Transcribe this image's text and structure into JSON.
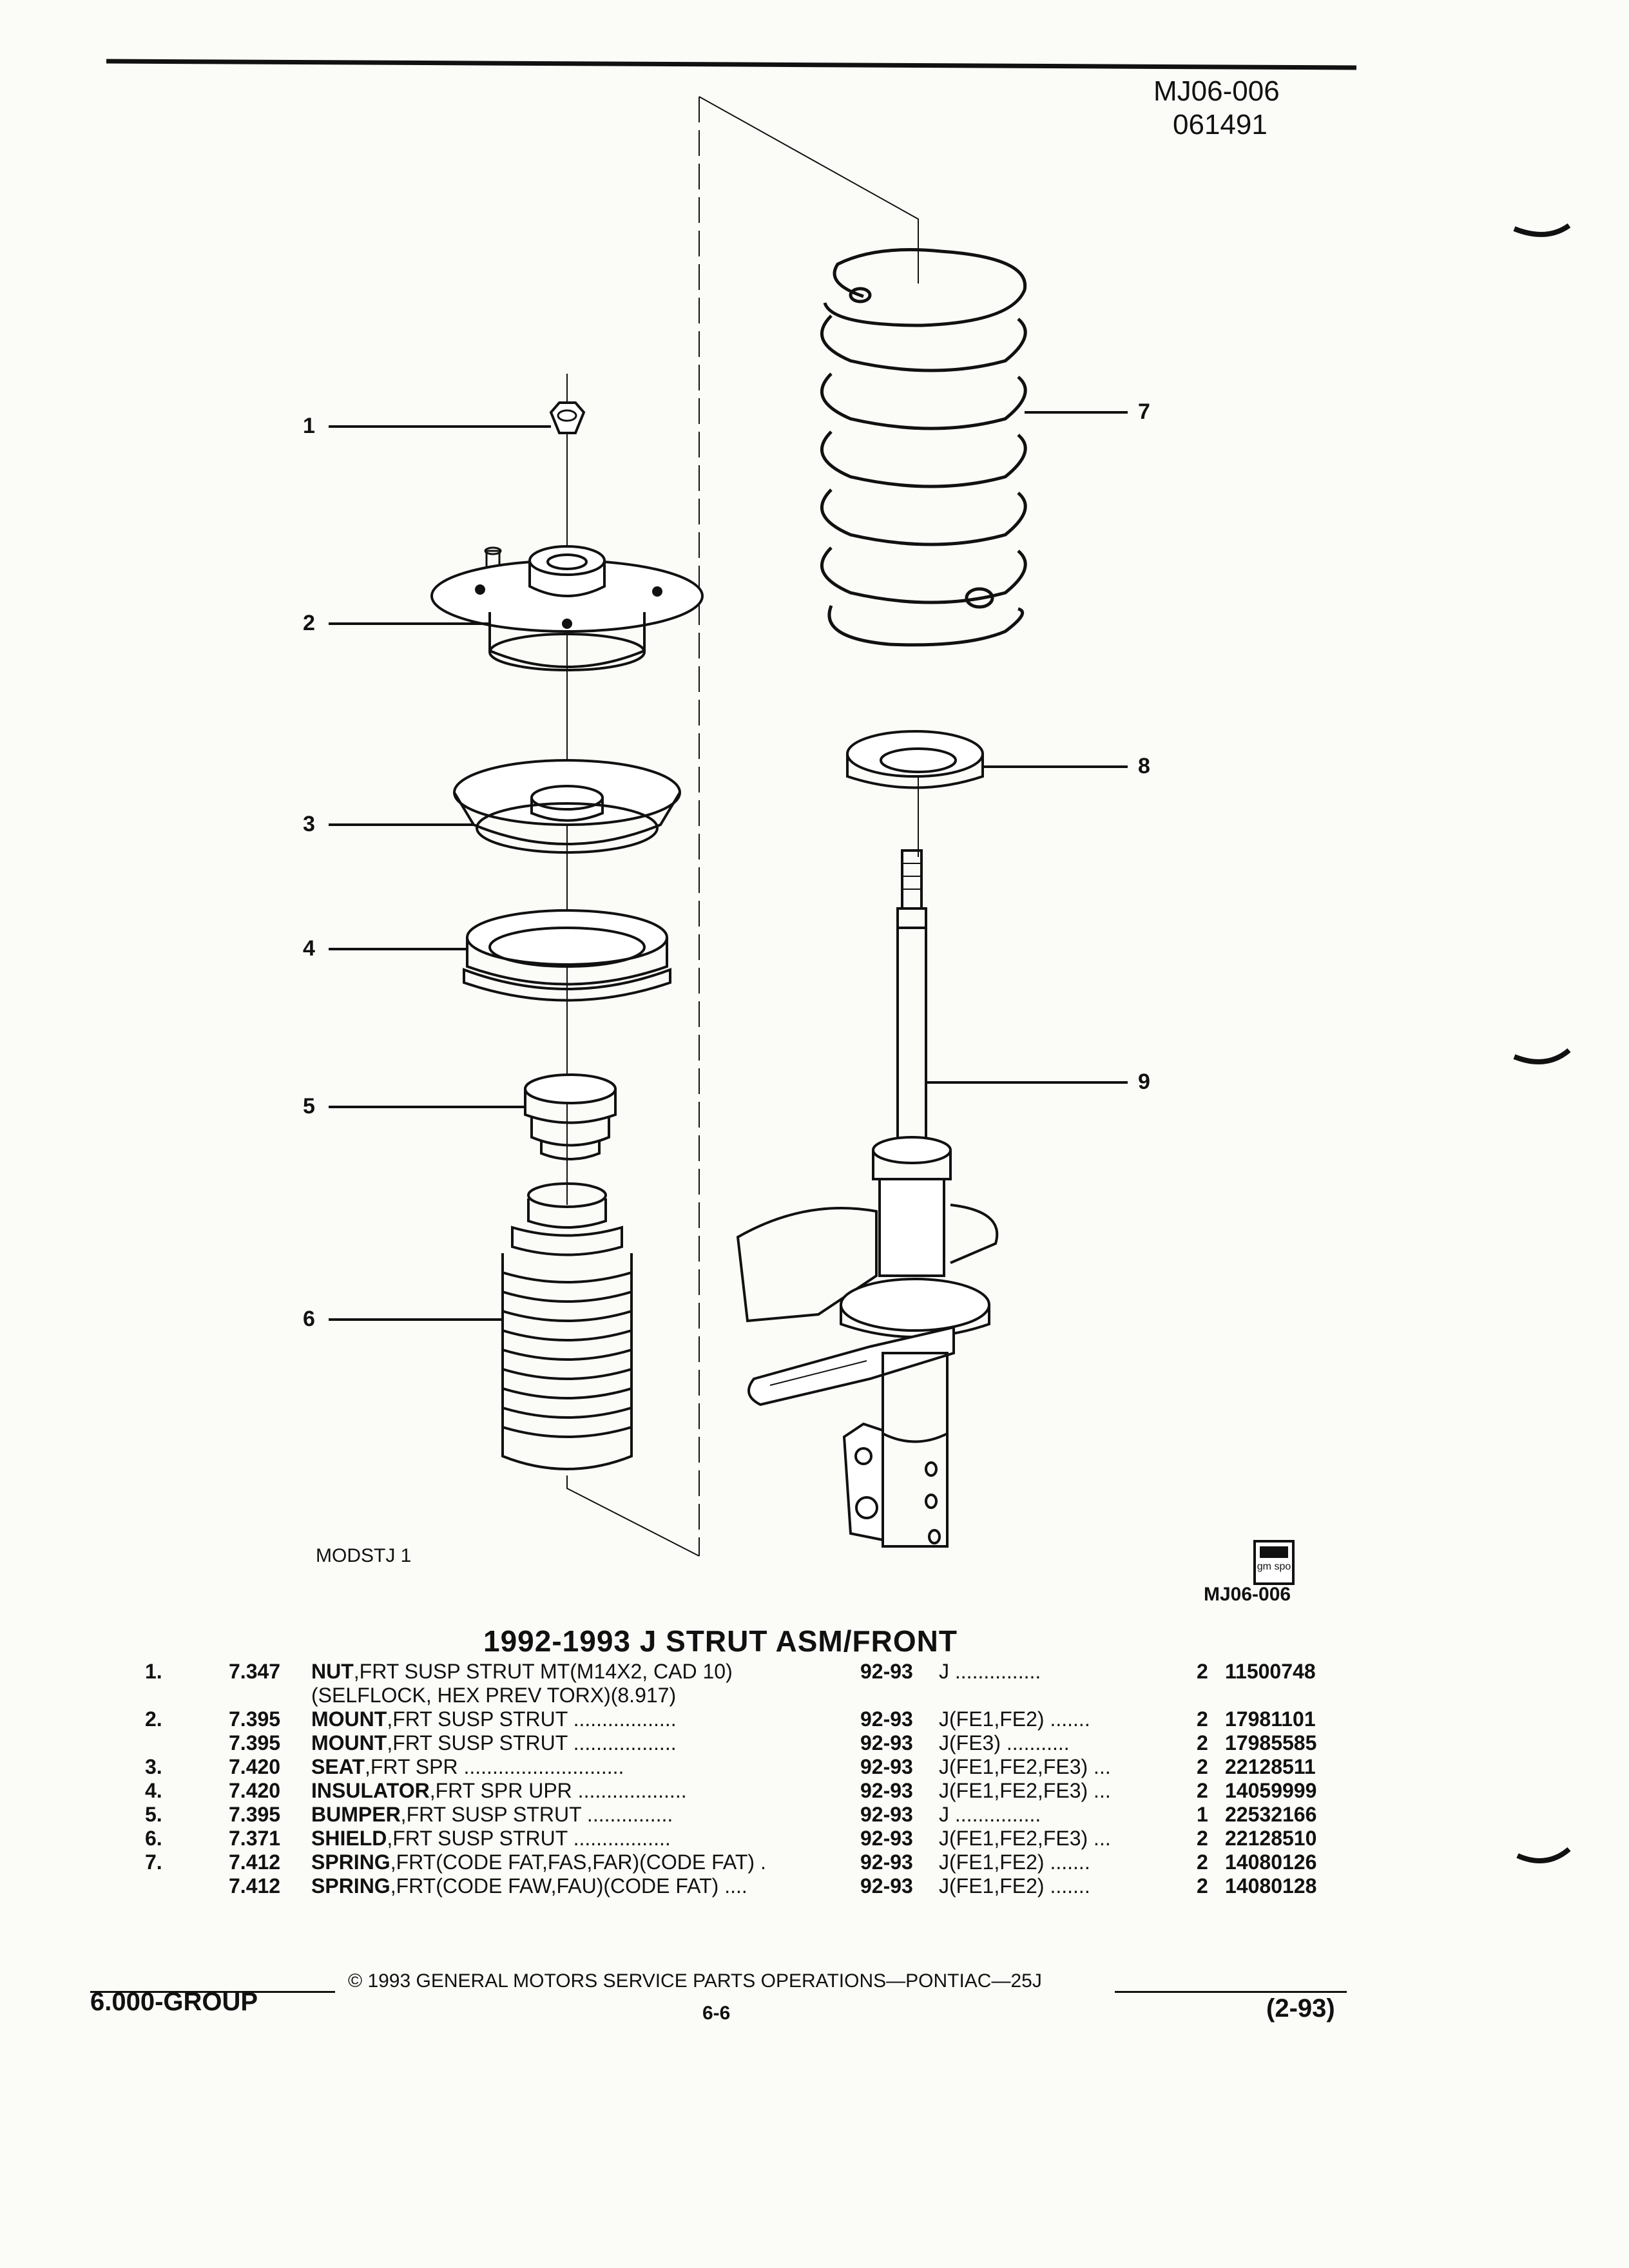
{
  "header": {
    "code": "MJ06-006",
    "date": "061491"
  },
  "callouts": [
    "1",
    "2",
    "3",
    "4",
    "5",
    "6",
    "7",
    "8",
    "9"
  ],
  "diagram": {
    "caption": "MODSTJ 1",
    "ref_code": "MJ06-006",
    "logo_text": "gm spo"
  },
  "title": "1992-1993 J STRUT ASM/FRONT",
  "parts": [
    {
      "item": "1.",
      "code": "7.347",
      "name": "NUT",
      "desc": ",FRT SUSP STRUT MT(M14X2, CAD 10)",
      "year": "92-93",
      "app": "J ...............",
      "qty": "2",
      "pn": "11500748"
    },
    {
      "item": "",
      "code": "",
      "name": "",
      "desc": "(SELFLOCK, HEX PREV TORX)(8.917)",
      "year": "",
      "app": "",
      "qty": "",
      "pn": ""
    },
    {
      "item": "2.",
      "code": "7.395",
      "name": "MOUNT",
      "desc": ",FRT SUSP STRUT ..................",
      "year": "92-93",
      "app": "J(FE1,FE2) .......",
      "qty": "2",
      "pn": "17981101"
    },
    {
      "item": "",
      "code": "7.395",
      "name": "MOUNT",
      "desc": ",FRT SUSP STRUT ..................",
      "year": "92-93",
      "app": "J(FE3) ...........",
      "qty": "2",
      "pn": "17985585"
    },
    {
      "item": "3.",
      "code": "7.420",
      "name": "SEAT",
      "desc": ",FRT SPR ............................",
      "year": "92-93",
      "app": "J(FE1,FE2,FE3) ...",
      "qty": "2",
      "pn": "22128511"
    },
    {
      "item": "4.",
      "code": "7.420",
      "name": "INSULATOR",
      "desc": ",FRT SPR UPR ...................",
      "year": "92-93",
      "app": "J(FE1,FE2,FE3) ...",
      "qty": "2",
      "pn": "14059999"
    },
    {
      "item": "5.",
      "code": "7.395",
      "name": "BUMPER",
      "desc": ",FRT SUSP STRUT ...............",
      "year": "92-93",
      "app": "J ...............",
      "qty": "1",
      "pn": "22532166"
    },
    {
      "item": "6.",
      "code": "7.371",
      "name": "SHIELD",
      "desc": ",FRT SUSP STRUT .................",
      "year": "92-93",
      "app": "J(FE1,FE2,FE3) ...",
      "qty": "2",
      "pn": "22128510"
    },
    {
      "item": "7.",
      "code": "7.412",
      "name": "SPRING",
      "desc": ",FRT(CODE FAT,FAS,FAR)(CODE FAT) .",
      "year": "92-93",
      "app": "J(FE1,FE2) .......",
      "qty": "2",
      "pn": "14080126"
    },
    {
      "item": "",
      "code": "7.412",
      "name": "SPRING",
      "desc": ",FRT(CODE FAW,FAU)(CODE FAT) ....",
      "year": "92-93",
      "app": "J(FE1,FE2) .......",
      "qty": "2",
      "pn": "14080128"
    }
  ],
  "footer": {
    "copyright": "© 1993 GENERAL MOTORS SERVICE PARTS OPERATIONS—PONTIAC—25J",
    "group": "6.000-GROUP",
    "page": "6-6",
    "revision": "(2-93)"
  }
}
